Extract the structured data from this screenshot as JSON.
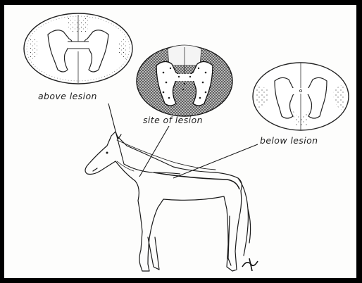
{
  "labels": {
    "above": "above lesion",
    "site": "site of lesion",
    "below": "below lesion"
  }
}
